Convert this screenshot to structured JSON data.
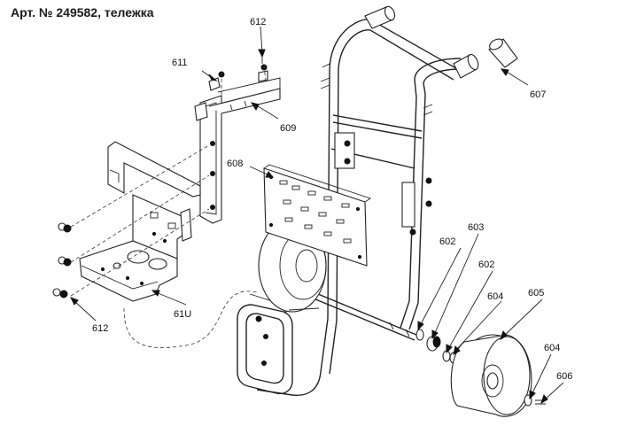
{
  "title": "Арт. № 249582, тележка",
  "callouts": {
    "c611": "611",
    "c612a": "612",
    "c609": "609",
    "c607": "607",
    "c608": "608",
    "c603": "603",
    "c602a": "602",
    "c602b": "602",
    "c604a": "604",
    "c605": "605",
    "c604b": "604",
    "c606": "606",
    "c610": "61U",
    "c612b": "612"
  }
}
